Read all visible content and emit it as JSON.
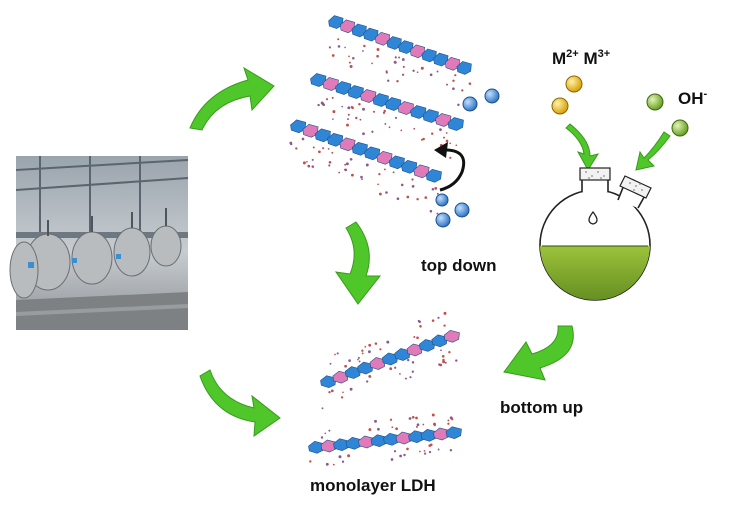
{
  "labels": {
    "top_down": "top down",
    "bottom_up": "bottom up",
    "monolayer": "monolayer LDH",
    "metal_m1": "M",
    "metal_m1_charge": "2+",
    "metal_m2": "M",
    "metal_m2_charge": "3+",
    "hydroxide": "OH",
    "hydroxide_charge": "-"
  },
  "colors": {
    "octahedron_blue": "#2f86d6",
    "octahedron_pink": "#e07ab8",
    "arrow_green": "#4fc72a",
    "metal_yellow": "#f2c21b",
    "hydroxide_green": "#8cc63f",
    "water_blue": "#4a8fd8",
    "solution_green": "#7aa22a",
    "anion_dots": "#8a5a8a"
  },
  "icons": {
    "factory": "factory-photo-icon",
    "flask": "round-bottom-flask-icon"
  }
}
